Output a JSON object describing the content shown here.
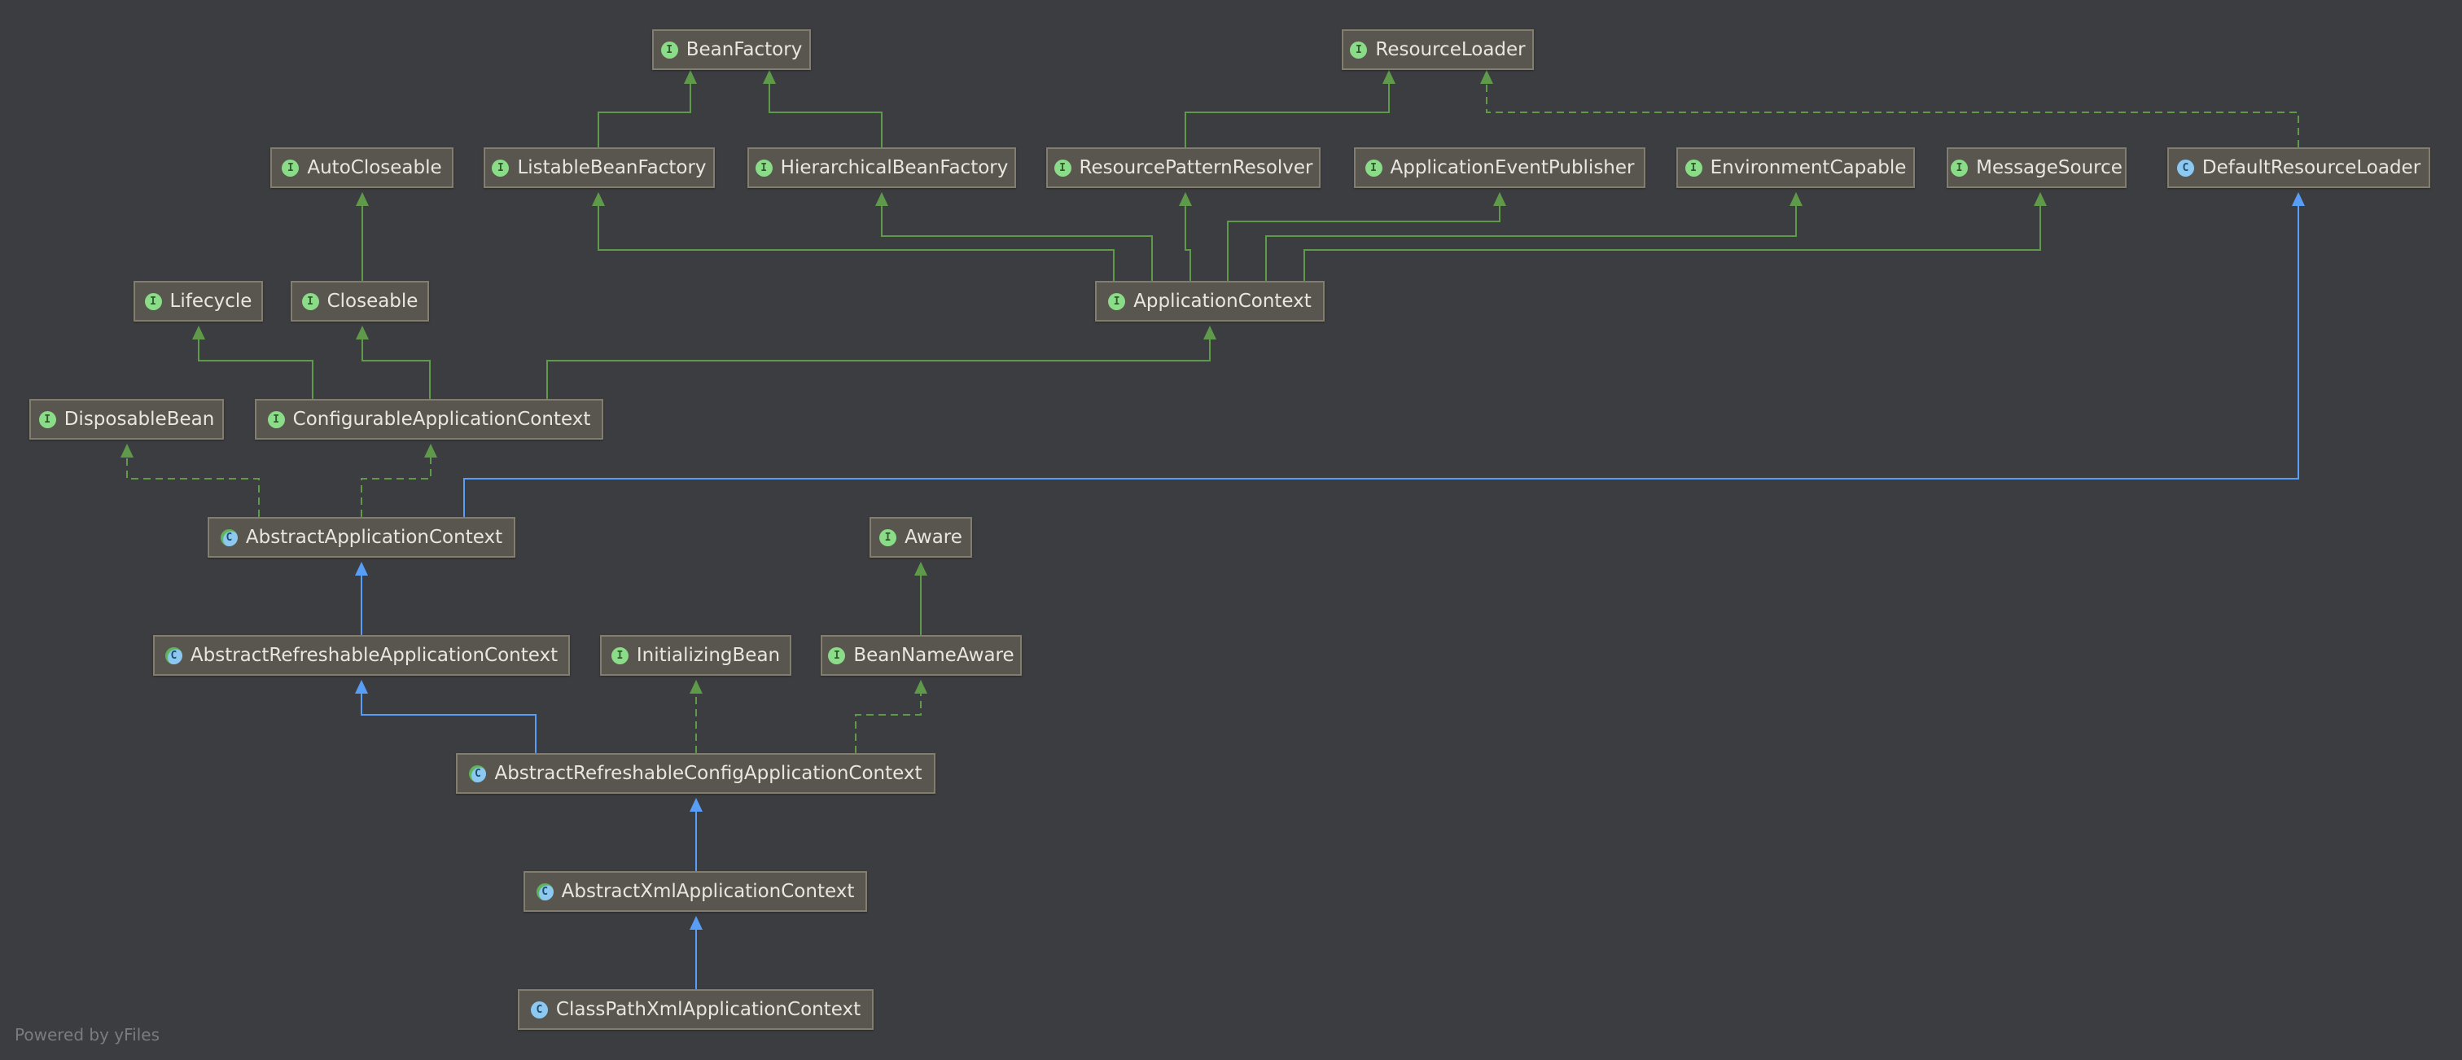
{
  "nodes": [
    {
      "id": "BeanFactory",
      "label": "BeanFactory",
      "kind": "interface",
      "badge": "I"
    },
    {
      "id": "ResourceLoader",
      "label": "ResourceLoader",
      "kind": "interface",
      "badge": "I"
    },
    {
      "id": "AutoCloseable",
      "label": "AutoCloseable",
      "kind": "interface",
      "badge": "I"
    },
    {
      "id": "ListableBeanFactory",
      "label": "ListableBeanFactory",
      "kind": "interface",
      "badge": "I"
    },
    {
      "id": "HierarchicalBeanFactory",
      "label": "HierarchicalBeanFactory",
      "kind": "interface",
      "badge": "I"
    },
    {
      "id": "ResourcePatternResolver",
      "label": "ResourcePatternResolver",
      "kind": "interface",
      "badge": "I"
    },
    {
      "id": "ApplicationEventPublisher",
      "label": "ApplicationEventPublisher",
      "kind": "interface",
      "badge": "I"
    },
    {
      "id": "EnvironmentCapable",
      "label": "EnvironmentCapable",
      "kind": "interface",
      "badge": "I"
    },
    {
      "id": "MessageSource",
      "label": "MessageSource",
      "kind": "interface",
      "badge": "I"
    },
    {
      "id": "DefaultResourceLoader",
      "label": "DefaultResourceLoader",
      "kind": "class",
      "badge": "C"
    },
    {
      "id": "Lifecycle",
      "label": "Lifecycle",
      "kind": "interface",
      "badge": "I"
    },
    {
      "id": "Closeable",
      "label": "Closeable",
      "kind": "interface",
      "badge": "I"
    },
    {
      "id": "ApplicationContext",
      "label": "ApplicationContext",
      "kind": "interface",
      "badge": "I"
    },
    {
      "id": "DisposableBean",
      "label": "DisposableBean",
      "kind": "interface",
      "badge": "I"
    },
    {
      "id": "ConfigurableApplicationContext",
      "label": "ConfigurableApplicationContext",
      "kind": "interface",
      "badge": "I"
    },
    {
      "id": "AbstractApplicationContext",
      "label": "AbstractApplicationContext",
      "kind": "abstract-class",
      "badge": "C"
    },
    {
      "id": "Aware",
      "label": "Aware",
      "kind": "interface",
      "badge": "I"
    },
    {
      "id": "AbstractRefreshableApplicationContext",
      "label": "AbstractRefreshableApplicationContext",
      "kind": "abstract-class",
      "badge": "C"
    },
    {
      "id": "InitializingBean",
      "label": "InitializingBean",
      "kind": "interface",
      "badge": "I"
    },
    {
      "id": "BeanNameAware",
      "label": "BeanNameAware",
      "kind": "interface",
      "badge": "I"
    },
    {
      "id": "AbstractRefreshableConfigApplicationContext",
      "label": "AbstractRefreshableConfigApplicationContext",
      "kind": "abstract-class",
      "badge": "C"
    },
    {
      "id": "AbstractXmlApplicationContext",
      "label": "AbstractXmlApplicationContext",
      "kind": "abstract-class",
      "badge": "C"
    },
    {
      "id": "ClassPathXmlApplicationContext",
      "label": "ClassPathXmlApplicationContext",
      "kind": "class",
      "badge": "C"
    }
  ],
  "edges": [
    {
      "from": "ListableBeanFactory",
      "to": "BeanFactory",
      "relation": "extends"
    },
    {
      "from": "HierarchicalBeanFactory",
      "to": "BeanFactory",
      "relation": "extends"
    },
    {
      "from": "ResourcePatternResolver",
      "to": "ResourceLoader",
      "relation": "extends"
    },
    {
      "from": "DefaultResourceLoader",
      "to": "ResourceLoader",
      "relation": "implements"
    },
    {
      "from": "Closeable",
      "to": "AutoCloseable",
      "relation": "extends"
    },
    {
      "from": "ApplicationContext",
      "to": "ListableBeanFactory",
      "relation": "extends"
    },
    {
      "from": "ApplicationContext",
      "to": "HierarchicalBeanFactory",
      "relation": "extends"
    },
    {
      "from": "ApplicationContext",
      "to": "ResourcePatternResolver",
      "relation": "extends"
    },
    {
      "from": "ApplicationContext",
      "to": "ApplicationEventPublisher",
      "relation": "extends"
    },
    {
      "from": "ApplicationContext",
      "to": "EnvironmentCapable",
      "relation": "extends"
    },
    {
      "from": "ApplicationContext",
      "to": "MessageSource",
      "relation": "extends"
    },
    {
      "from": "ConfigurableApplicationContext",
      "to": "Lifecycle",
      "relation": "extends"
    },
    {
      "from": "ConfigurableApplicationContext",
      "to": "Closeable",
      "relation": "extends"
    },
    {
      "from": "ConfigurableApplicationContext",
      "to": "ApplicationContext",
      "relation": "extends"
    },
    {
      "from": "AbstractApplicationContext",
      "to": "DisposableBean",
      "relation": "implements"
    },
    {
      "from": "AbstractApplicationContext",
      "to": "ConfigurableApplicationContext",
      "relation": "implements"
    },
    {
      "from": "AbstractApplicationContext",
      "to": "DefaultResourceLoader",
      "relation": "class-extends"
    },
    {
      "from": "AbstractRefreshableApplicationContext",
      "to": "AbstractApplicationContext",
      "relation": "class-extends"
    },
    {
      "from": "BeanNameAware",
      "to": "Aware",
      "relation": "extends"
    },
    {
      "from": "AbstractRefreshableConfigApplicationContext",
      "to": "AbstractRefreshableApplicationContext",
      "relation": "class-extends"
    },
    {
      "from": "AbstractRefreshableConfigApplicationContext",
      "to": "InitializingBean",
      "relation": "implements"
    },
    {
      "from": "AbstractRefreshableConfigApplicationContext",
      "to": "BeanNameAware",
      "relation": "implements"
    },
    {
      "from": "AbstractXmlApplicationContext",
      "to": "AbstractRefreshableConfigApplicationContext",
      "relation": "class-extends"
    },
    {
      "from": "ClassPathXmlApplicationContext",
      "to": "AbstractXmlApplicationContext",
      "relation": "class-extends"
    }
  ],
  "colors": {
    "background": "#3b3d40",
    "node_fill": "#595650",
    "node_border": "#827d6f",
    "node_text": "#e8e6e0",
    "interface_edge": "#5f9a4a",
    "class_edge": "#589df6"
  },
  "footer": {
    "text": "Powered by yFiles"
  }
}
